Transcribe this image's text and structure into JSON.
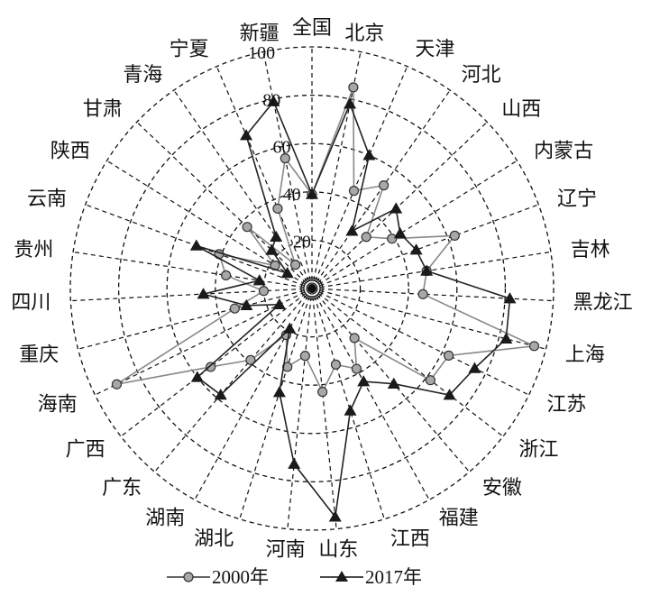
{
  "chart_data": {
    "type": "radar",
    "title": "",
    "categories": [
      "全国",
      "北京",
      "天津",
      "河北",
      "山西",
      "内蒙古",
      "辽宁",
      "吉林",
      "黑龙江",
      "上海",
      "江苏",
      "浙江",
      "安徽",
      "福建",
      "江西",
      "山东",
      "河南",
      "湖北",
      "湖南",
      "广东",
      "广西",
      "海南",
      "重庆",
      "四川",
      "贵州",
      "云南",
      "陕西",
      "甘肃",
      "青海",
      "宁夏",
      "新疆"
    ],
    "radial_ticks": [
      "20",
      "40",
      "60",
      "80",
      "100"
    ],
    "rlim": [
      0,
      100
    ],
    "grid": true,
    "legend_position": "bottom",
    "series": [
      {
        "name": "2000年",
        "marker": "circle",
        "color": "#888888",
        "values": [
          39,
          85,
          44,
          52,
          31,
          39,
          63,
          48,
          46,
          95,
          63,
          62,
          27,
          38,
          33,
          43,
          28,
          34,
          22,
          39,
          53,
          90,
          33,
          20,
          36,
          41,
          18,
          37,
          12,
          36,
          55
        ]
      },
      {
        "name": "2017年",
        "marker": "triangle",
        "color": "#222222",
        "values": [
          39,
          78,
          60,
          29,
          48,
          43,
          46,
          48,
          82,
          83,
          75,
          72,
          52,
          44,
          53,
          95,
          73,
          45,
          19,
          58,
          60,
          15,
          28,
          45,
          22,
          51,
          12,
          23,
          26,
          69,
          79
        ]
      }
    ]
  }
}
